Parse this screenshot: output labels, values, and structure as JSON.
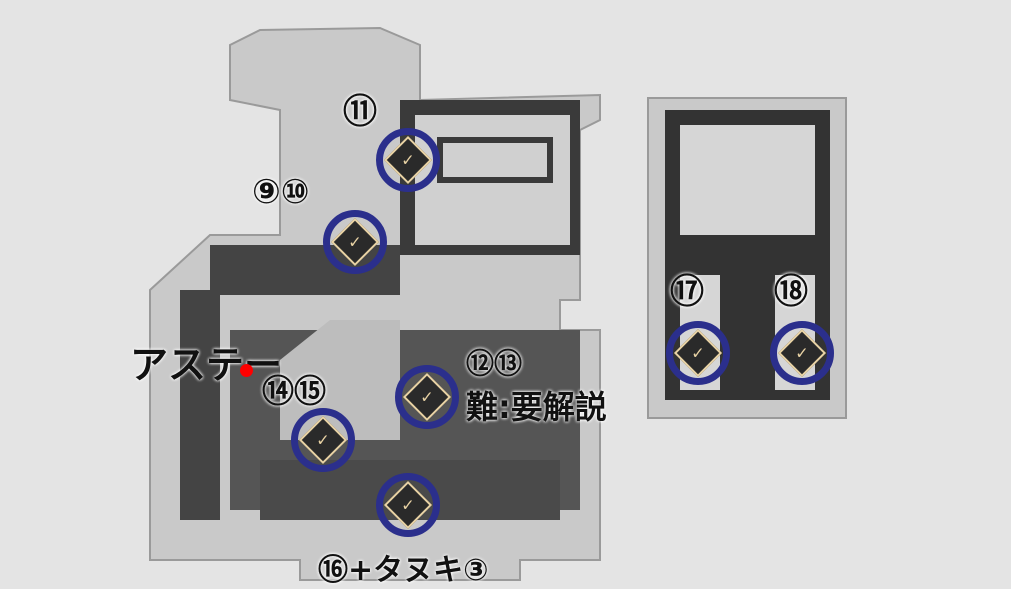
{
  "labels": {
    "m11": "⑪",
    "m9_10": "⑨⑩",
    "m12_13": "⑫⑬",
    "difficulty_note": "難:要解説",
    "m14_15": "⑭⑮",
    "m16": "⑯+タヌキ③",
    "m17": "⑰",
    "m18": "⑱",
    "player_name": "アステー"
  },
  "colors": {
    "marker_ring": "#2b2f8c",
    "player_dot": "#ff0000"
  }
}
